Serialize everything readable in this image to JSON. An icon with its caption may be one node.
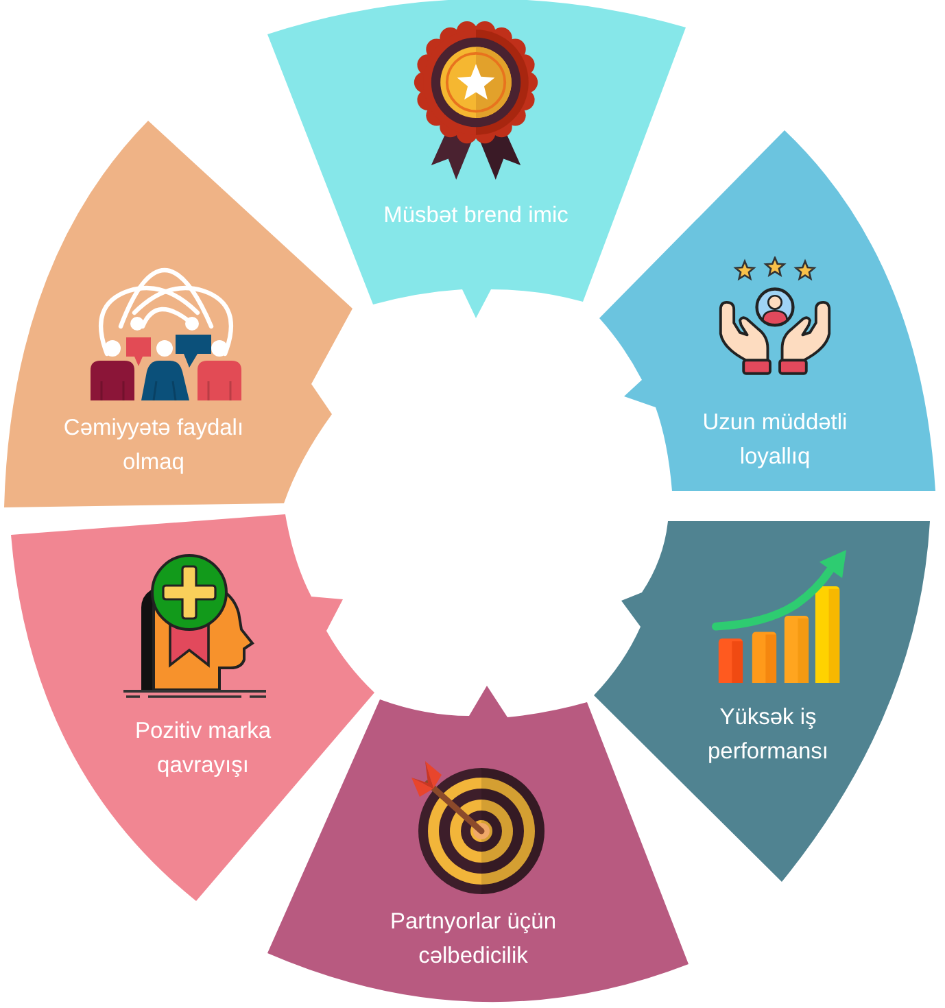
{
  "diagram": {
    "nodes": [
      {
        "text": [
          "Müsbət brend imic"
        ]
      },
      {
        "text": [
          "Uzun müddətli loyallıq"
        ]
      },
      {
        "text": [
          "Yüksək iş performansı"
        ]
      },
      {
        "text": [
          "Partnyorlar üçün cəlbedicilik"
        ]
      },
      {
        "text": [
          "Pozitiv marka qavrayışı"
        ]
      },
      {
        "text": [
          "Cəmiyyətə faydalı olmaq"
        ]
      }
    ]
  }
}
